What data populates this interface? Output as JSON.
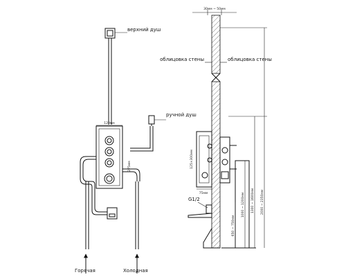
{
  "labels": {
    "top_shower": "верхний душ",
    "hand_shower": "ручной душ",
    "wall_cladding_left": "облицовка стены",
    "wall_cladding_right": "облицовка стены",
    "hot": "Горячая",
    "cold": "Холодная",
    "thread": "G1/2"
  },
  "dimensions": {
    "wall_thickness": "30мм ~ 50мм",
    "panel_width": "120мм",
    "panel_height_front": "275мм",
    "panel_height_side": "125×300мм",
    "depth": "75мм",
    "spout_height": "650 ~ 750мм",
    "mixer_height": "1000 ~ 1200мм",
    "hand_shower_height": "1300 ~ 1600мм",
    "top_shower_height": "2000 ~ 2350мм"
  },
  "icons": [
    "top-shower-head-icon",
    "hand-shower-holder-icon",
    "mixer-valve-icon",
    "spout-icon",
    "flow-arrow-icon"
  ]
}
